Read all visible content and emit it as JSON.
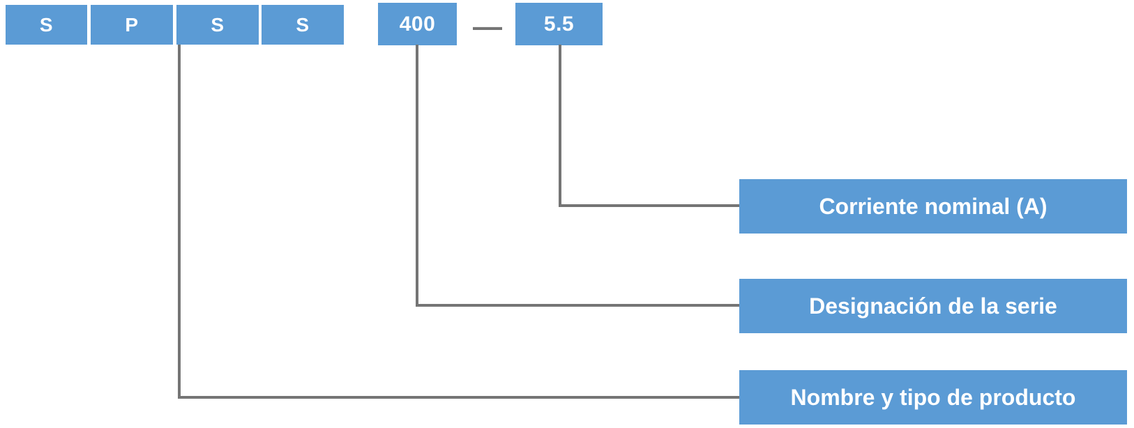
{
  "diagram": {
    "code_segments": [
      {
        "label": "S"
      },
      {
        "label": "P"
      },
      {
        "label": "S"
      },
      {
        "label": "S"
      },
      {
        "label": "400"
      },
      {
        "label": "5.5"
      }
    ],
    "separator": "—",
    "callouts": [
      {
        "id": "current",
        "text": "Corriente nominal (A)"
      },
      {
        "id": "series",
        "text": "Designación de la serie"
      },
      {
        "id": "product",
        "text": "Nombre y tipo de producto"
      }
    ],
    "colors": {
      "box_blue": "#5b9bd5",
      "line_gray": "#757575",
      "text_white": "#ffffff"
    }
  }
}
